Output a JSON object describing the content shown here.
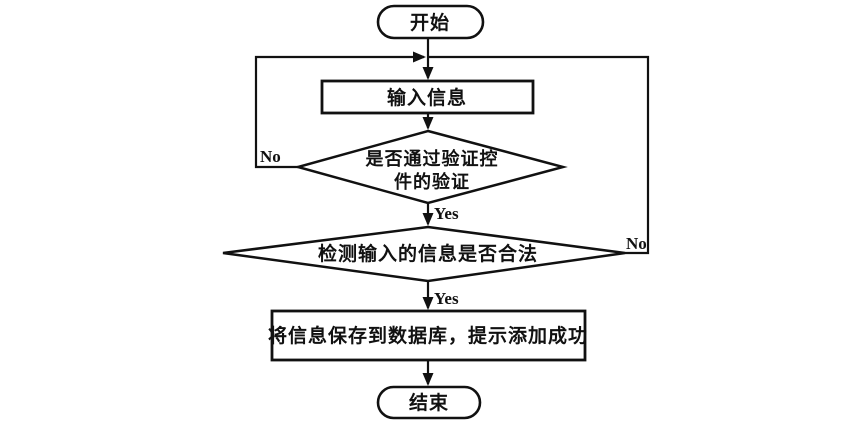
{
  "diagram": {
    "title": "add-record-validation-flowchart",
    "colors": {
      "background": "#ffffff",
      "line": "#111111",
      "text": "#111111"
    },
    "nodes": {
      "start": {
        "type": "terminator",
        "label": "开始"
      },
      "input": {
        "type": "process",
        "label": "输入信息"
      },
      "validate_control": {
        "type": "decision",
        "label": "是否通过验证控件的验证",
        "label_line1": "是否通过验证控",
        "label_line2": "件的验证"
      },
      "check_legal": {
        "type": "decision",
        "label": "检测输入的信息是否合法"
      },
      "save": {
        "type": "process",
        "label": "将信息保存到数据库，提示添加成功"
      },
      "end": {
        "type": "terminator",
        "label": "结束"
      }
    },
    "edges": {
      "validate_no": {
        "label": "No",
        "from": "validate_control",
        "to": "input"
      },
      "validate_yes": {
        "label": "Yes",
        "from": "validate_control",
        "to": "check_legal"
      },
      "legal_no": {
        "label": "No",
        "from": "check_legal",
        "to": "input"
      },
      "legal_yes": {
        "label": "Yes",
        "from": "check_legal",
        "to": "save"
      }
    }
  }
}
